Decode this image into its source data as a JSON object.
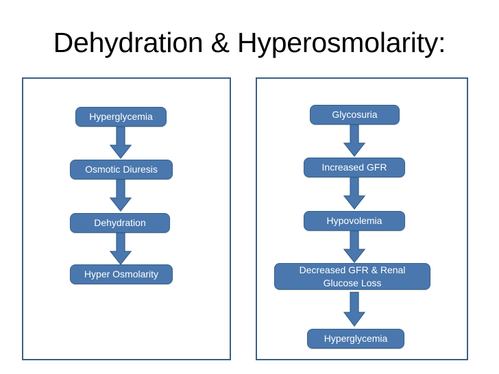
{
  "slide": {
    "title": "Dehydration & Hyperosmolarity:",
    "background_color": "#ffffff",
    "node_fill_color": "#4a77ad",
    "node_border_color": "#35618d",
    "node_text_color": "#ffffff",
    "panel_border_color": "#3a5f84",
    "arrow_fill_color": "#4a77ad",
    "arrow_border_color": "#35618d"
  },
  "panels": [
    {
      "id": "left",
      "name": "dehydration-pathway",
      "nodes": [
        {
          "label": "Hyperglycemia"
        },
        {
          "label": "Osmotic Diuresis"
        },
        {
          "label": "Dehydration"
        },
        {
          "label": "Hyper Osmolarity"
        }
      ],
      "arrows": [
        {
          "from": "Hyperglycemia",
          "to": "Osmotic Diuresis"
        },
        {
          "from": "Osmotic Diuresis",
          "to": "Dehydration"
        },
        {
          "from": "Dehydration",
          "to": "Hyper Osmolarity"
        }
      ]
    },
    {
      "id": "right",
      "name": "glycosuria-pathway",
      "nodes": [
        {
          "label": "Glycosuria"
        },
        {
          "label": "Increased GFR"
        },
        {
          "label": "Hypovolemia"
        },
        {
          "label": "Decreased GFR & Renal",
          "label2": "Glucose Loss"
        },
        {
          "label": "Hyperglycemia"
        }
      ],
      "arrows": [
        {
          "from": "Glycosuria",
          "to": "Increased GFR"
        },
        {
          "from": "Increased GFR",
          "to": "Hypovolemia"
        },
        {
          "from": "Hypovolemia",
          "to": "Decreased GFR & Renal Glucose Loss"
        },
        {
          "from": "Decreased GFR & Renal Glucose Loss",
          "to": "Hyperglycemia"
        }
      ]
    }
  ]
}
